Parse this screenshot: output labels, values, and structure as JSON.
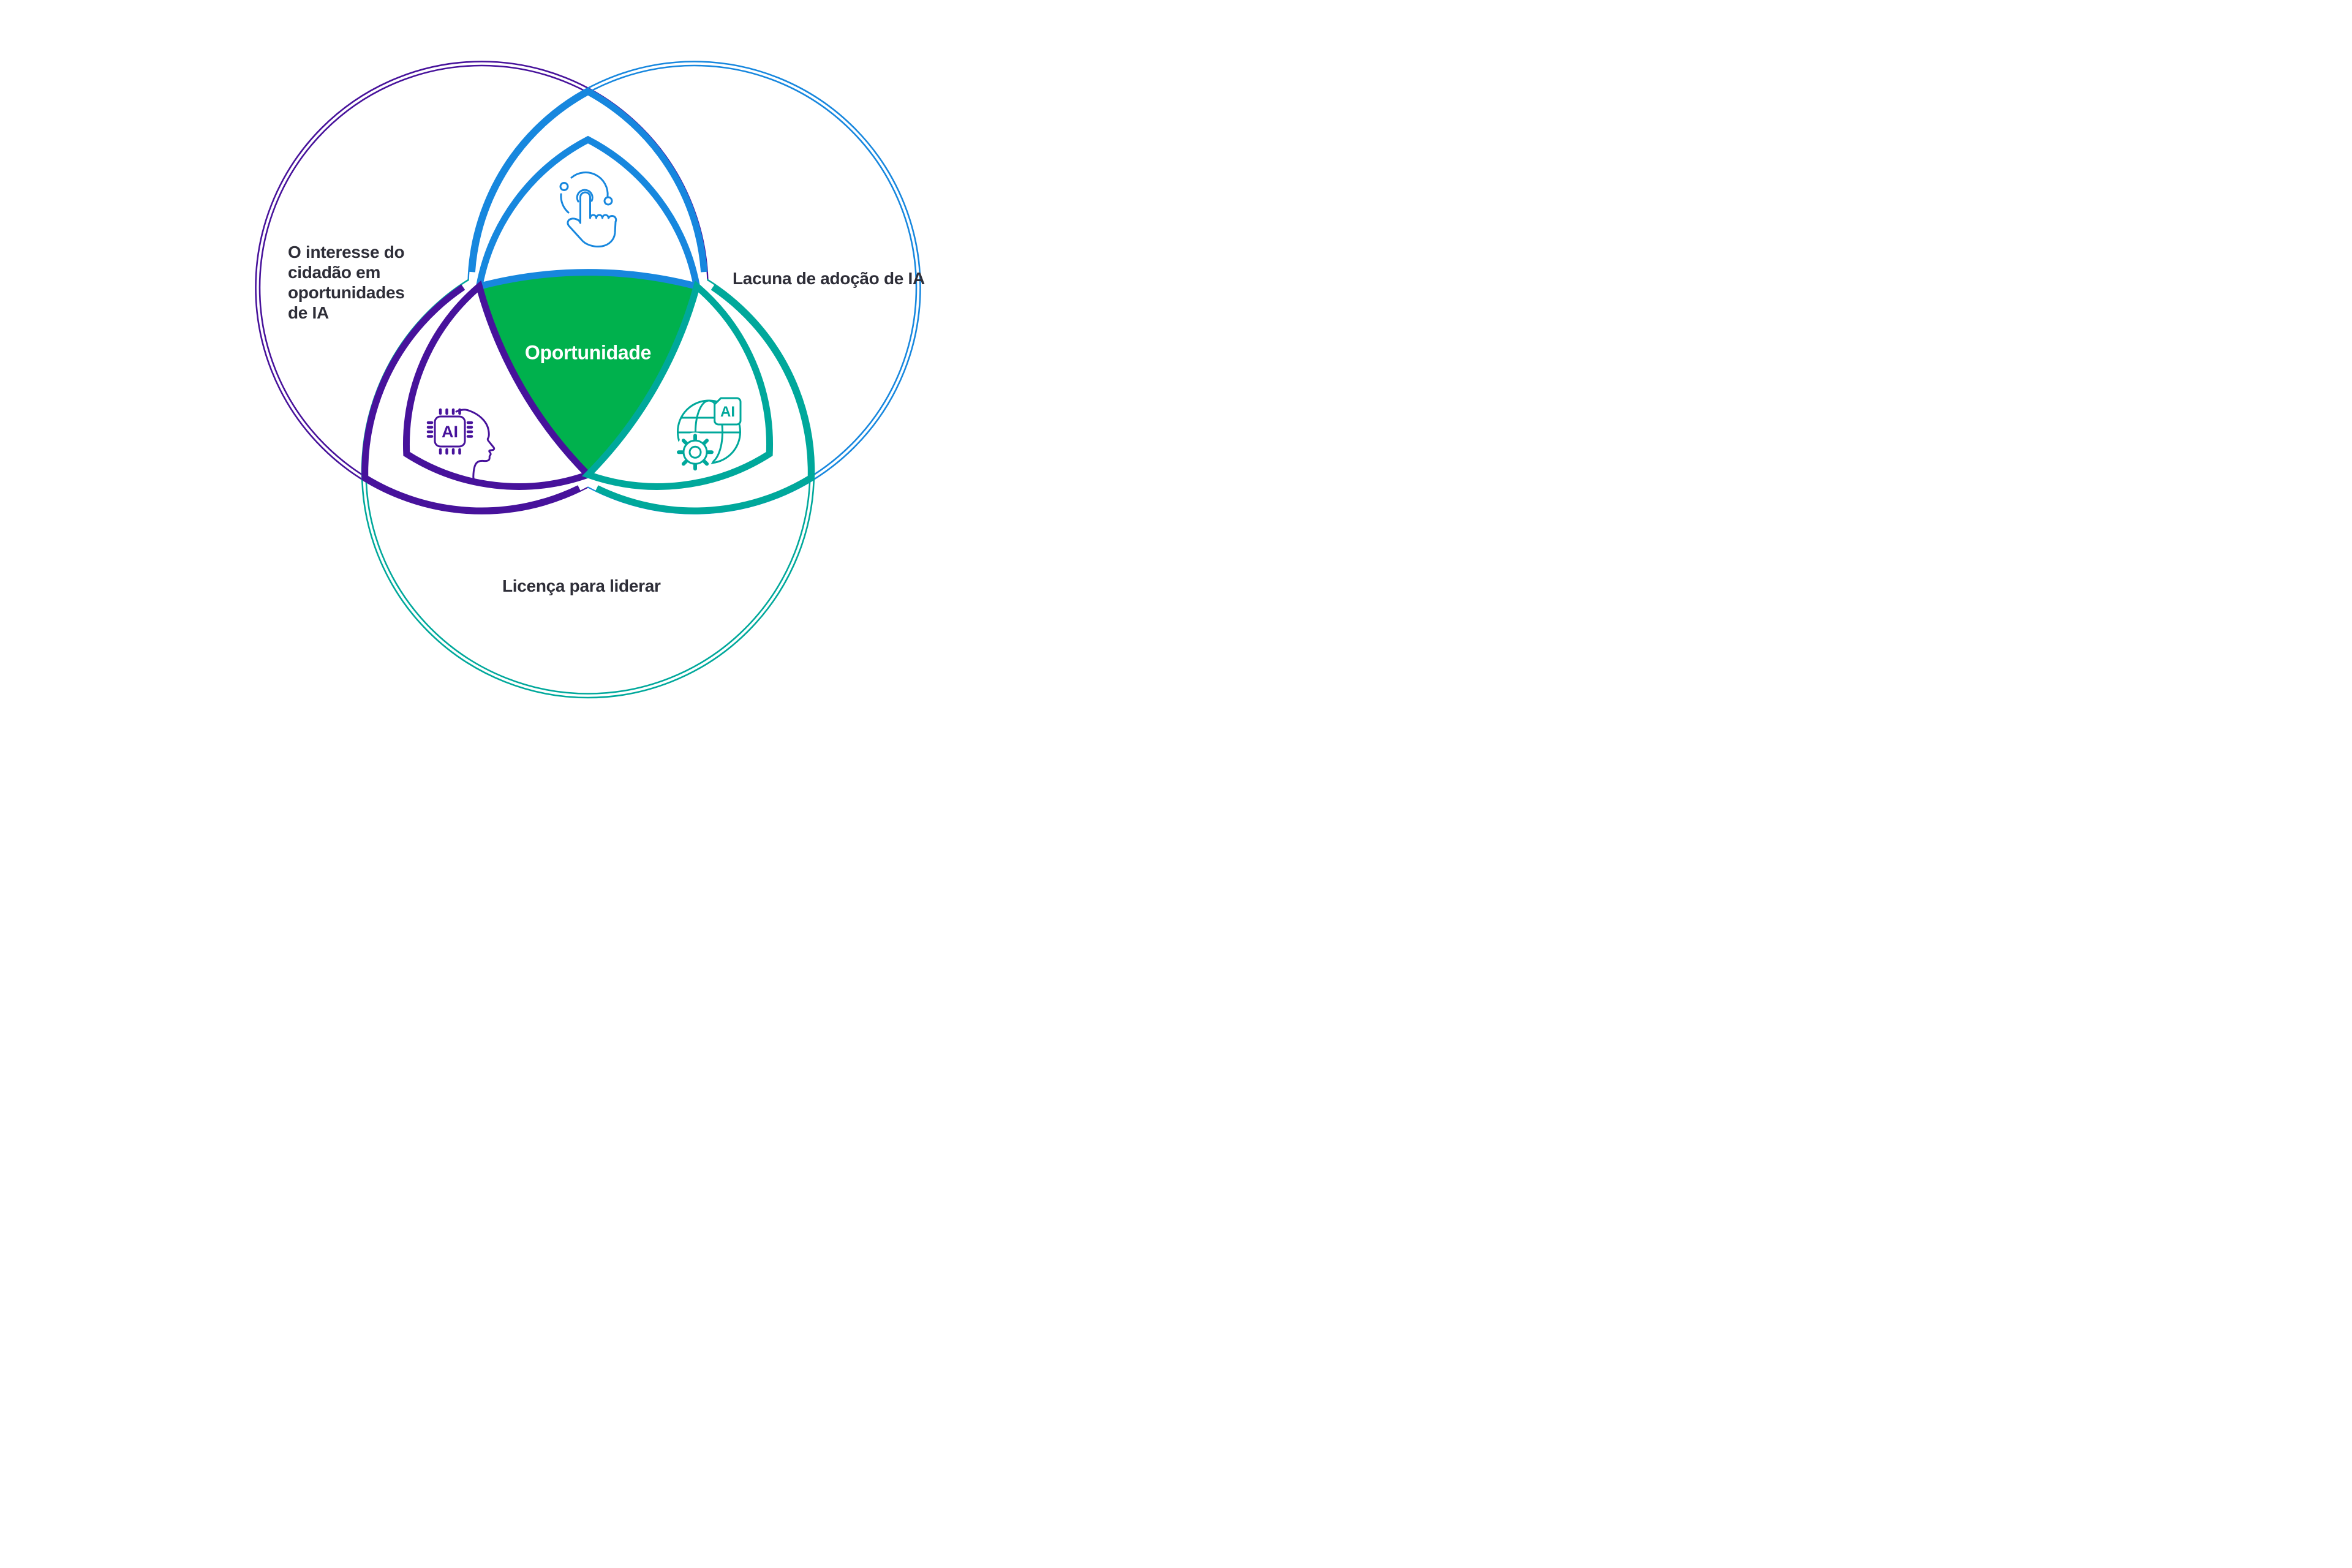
{
  "diagram": {
    "type": "venn-3",
    "center": {
      "label": "Oportunidade"
    },
    "sets": [
      {
        "id": "citizen-interest",
        "position": "top-left",
        "label": "O interesse do\ncidadão em\noportunidades\nde IA",
        "color": "#47129B"
      },
      {
        "id": "ai-adoption-gap",
        "position": "top-right",
        "label": "Lacuna de adoção de IA",
        "color": "#1787DE"
      },
      {
        "id": "licence-to-lead",
        "position": "bottom",
        "label": "Licença para liderar",
        "color": "#00A89B"
      }
    ],
    "intersections": [
      {
        "name": "top",
        "icon": "touch-gesture-icon",
        "color": "#1787DE"
      },
      {
        "name": "left",
        "icon": "ai-head-chip-icon",
        "color": "#47129B"
      },
      {
        "name": "right",
        "icon": "ai-globe-gear-icon",
        "color": "#00A89B"
      }
    ],
    "icons": {
      "chip_text": "AI",
      "doc_text": "AI"
    },
    "colors": {
      "purple": "#47129B",
      "blue": "#1787DE",
      "teal": "#00A89B",
      "green": "#00B14D",
      "label": "#2E2E38",
      "white": "#FFFFFF"
    }
  }
}
